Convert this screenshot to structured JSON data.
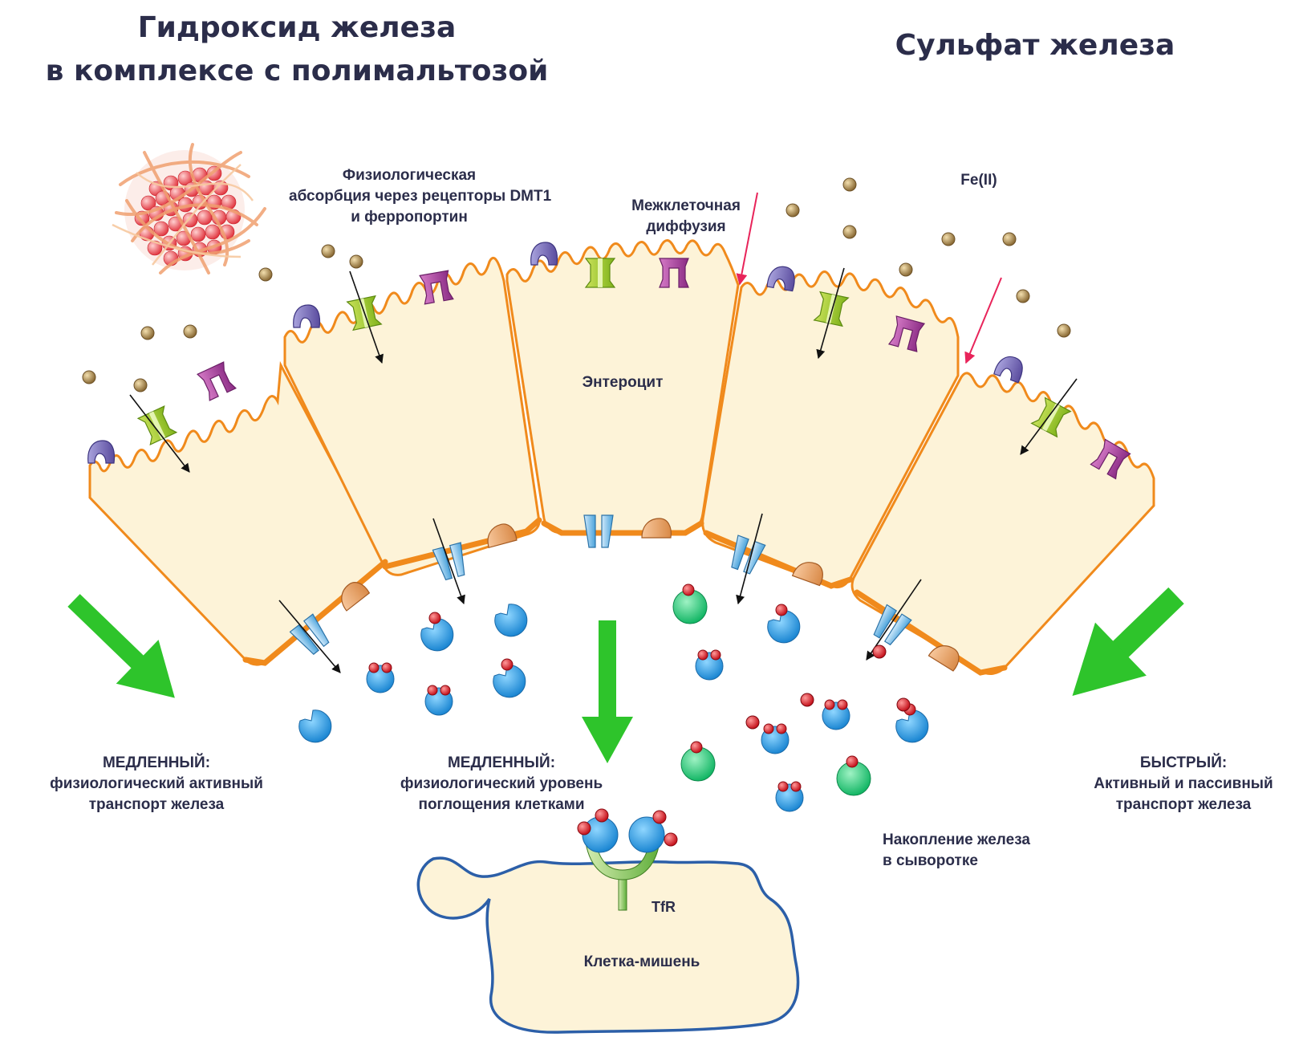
{
  "titles": {
    "left_line1": "Гидроксид железа",
    "left_line2": "в комплексе с полимальтозой",
    "right": "Сульфат железа"
  },
  "labels": {
    "absorption": [
      "Физиологическая",
      "абсорбция через рецепторы DMT1",
      "и ферропортин"
    ],
    "diffusion": [
      "Межклеточная",
      "диффузия"
    ],
    "fe2": "Fe(II)",
    "enterocyte": "Энтероцит",
    "slow_left": [
      "МЕДЛЕННЫЙ:",
      "физиологический активный",
      "транспорт железа"
    ],
    "slow_mid": [
      "МЕДЛЕННЫЙ:",
      "физиологический уровень",
      "поглощения клетками"
    ],
    "fast_right": [
      "БЫСТРЫЙ:",
      "Активный и  пассивный",
      "транспорт железа"
    ],
    "serum": [
      "Накопление железа",
      "в сыворотке"
    ],
    "tfr": "TfR",
    "target_cell": "Клетка-мишень"
  },
  "colors": {
    "title_text": "#2b2d4a",
    "cell_fill": "#fdf3d8",
    "cell_border": "#f08a1c",
    "green_arrow": "#2ec42b",
    "red_arrow": "#e8245a",
    "transferrin": "#2b9ee0",
    "iron_red": "#e0242e",
    "iron_brown": "#b08a48",
    "ferritin_green": "#27c47a",
    "target_border": "#2c5fa8"
  }
}
